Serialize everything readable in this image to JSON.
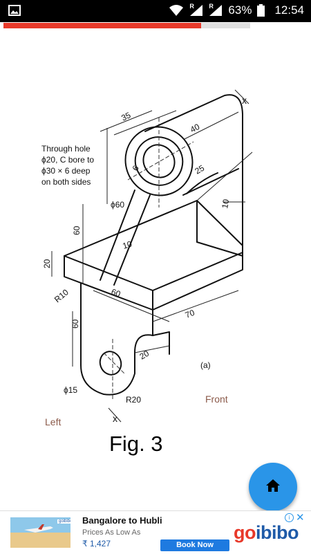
{
  "status_bar": {
    "battery_percent": "63%",
    "time": "12:54",
    "network_badge": "R",
    "icons": [
      "image-icon",
      "wifi-icon",
      "signal-icon",
      "battery-icon"
    ]
  },
  "reading_progress": {
    "value": 0.8
  },
  "drawing": {
    "dimensions": {
      "d35": "35",
      "d40": "40",
      "d25": "25",
      "d10a": "10",
      "d60a": "60",
      "dphi60": "ϕ60",
      "d10b": "10",
      "d20a": "20",
      "dR10": "R10",
      "d60b": "60",
      "d60c": "60",
      "d70": "70",
      "d20b": "20",
      "dphi15": "ϕ15",
      "dR20": "R20",
      "d6": "6",
      "x1": "x",
      "x2": "x"
    },
    "note_lines": [
      "Through hole",
      "ϕ20, C bore to",
      "ϕ30 × 6 deep",
      "on both sides"
    ],
    "sublabel": "(a)",
    "view_left": "Left",
    "view_front": "Front",
    "caption": "Fig. 3"
  },
  "fab": {
    "icon": "home-icon"
  },
  "ad": {
    "thumb_brand": "goibibo",
    "title": "Bangalore to Hubli",
    "subtitle": "Prices As Low As",
    "price": "₹ 1,427",
    "cta": "Book Now",
    "logo_part1": "go",
    "logo_part2": "ibibo"
  },
  "colors": {
    "accent": "#e8392a",
    "fab": "#2a95e8",
    "brand_blue": "#1e5aa8"
  }
}
